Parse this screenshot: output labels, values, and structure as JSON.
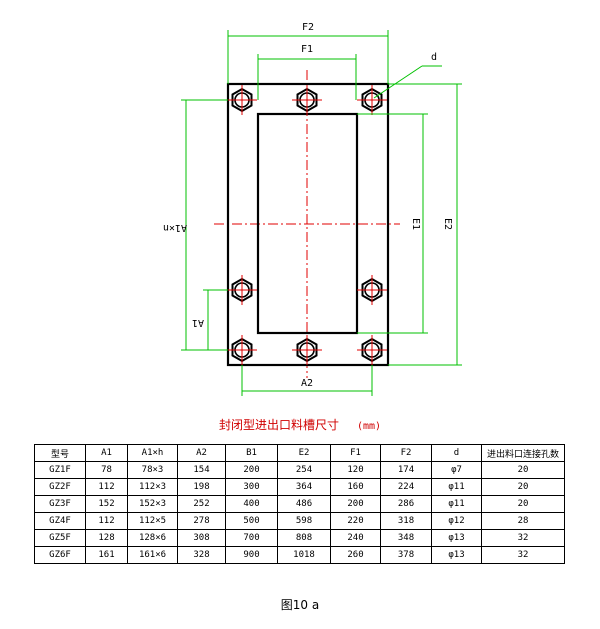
{
  "labels": {
    "f2": "F2",
    "f1": "F1",
    "d": "d",
    "a1xn": "A1×n",
    "a1": "A1",
    "e1": "E1",
    "e2": "E2",
    "a2": "A2"
  },
  "table_title": "封闭型进出口料槽尺寸",
  "table_unit": "(mm)",
  "table": {
    "headers": [
      "型号",
      "A1",
      "A1×h",
      "A2",
      "B1",
      "E2",
      "F1",
      "F2",
      "d",
      "进出料口连接孔数"
    ],
    "rows": [
      [
        "GZ1F",
        "78",
        "78×3",
        "154",
        "200",
        "254",
        "120",
        "174",
        "φ7",
        "20"
      ],
      [
        "GZ2F",
        "112",
        "112×3",
        "198",
        "300",
        "364",
        "160",
        "224",
        "φ11",
        "20"
      ],
      [
        "GZ3F",
        "152",
        "152×3",
        "252",
        "400",
        "486",
        "200",
        "286",
        "φ11",
        "20"
      ],
      [
        "GZ4F",
        "112",
        "112×5",
        "278",
        "500",
        "598",
        "220",
        "318",
        "φ12",
        "28"
      ],
      [
        "GZ5F",
        "128",
        "128×6",
        "308",
        "700",
        "808",
        "240",
        "348",
        "φ13",
        "32"
      ],
      [
        "GZ6F",
        "161",
        "161×6",
        "328",
        "900",
        "1018",
        "260",
        "378",
        "φ13",
        "32"
      ]
    ]
  },
  "caption": "图10 a",
  "colors": {
    "dimension": "#00c000",
    "centerline": "#e00000",
    "title": "#d00000"
  }
}
